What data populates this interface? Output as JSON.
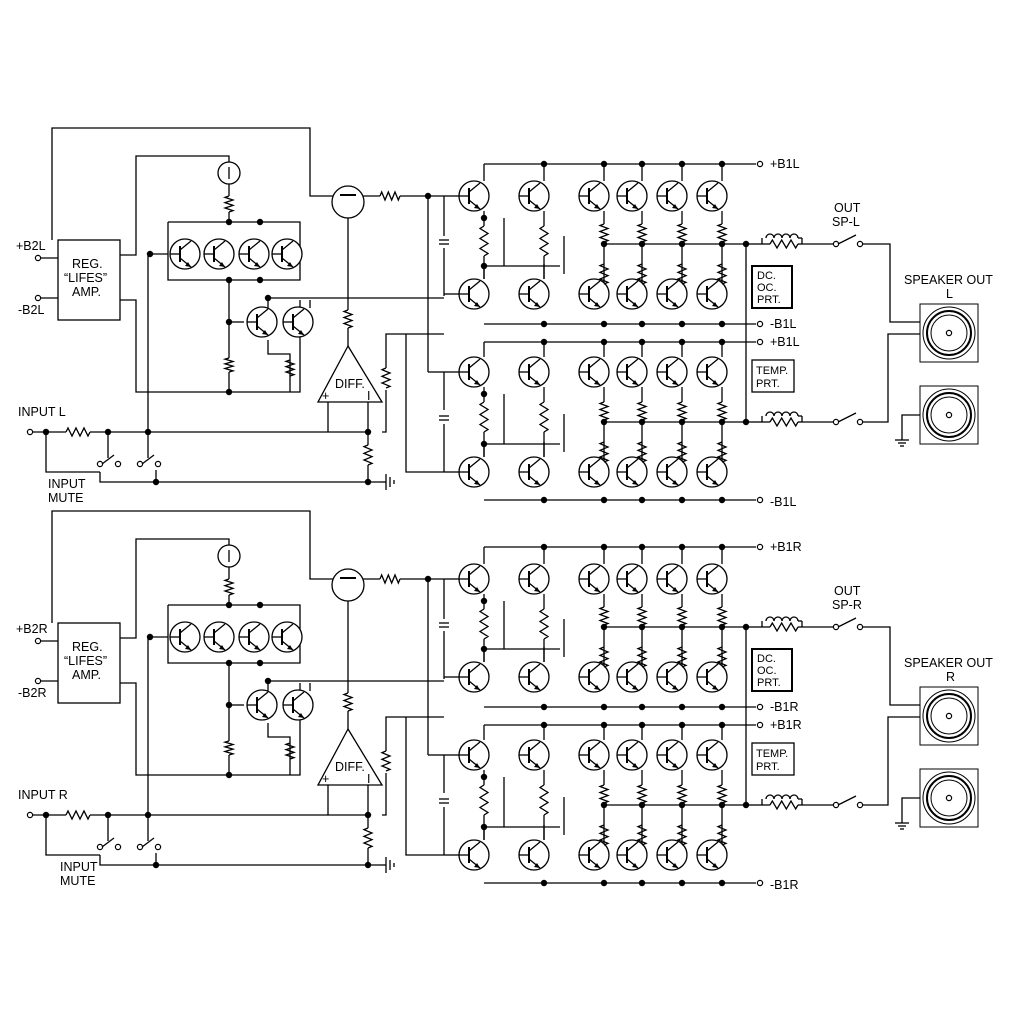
{
  "channels": [
    {
      "supply_plus": "+B2L",
      "supply_minus": "-B2L",
      "reg_block": [
        "REG.",
        "“LIFES”",
        "AMP."
      ],
      "input_label": "INPUT L",
      "mute_label": [
        "INPUT",
        "MUTE"
      ],
      "diff_label": "DIFF.",
      "diff_plus": "+",
      "diff_minus": "I",
      "rail_out_top": "+B1L",
      "rail_out_mid_minus": "-B1L",
      "rail_out_mid_plus": "+B1L",
      "rail_out_bottom": "-B1L",
      "dc_oc_prt": [
        "DC.",
        "OC.",
        "PRT."
      ],
      "temp_prt": [
        "TEMP.",
        "PRT."
      ],
      "out_label": [
        "OUT",
        "SP-L"
      ],
      "speaker_out": [
        "SPEAKER OUT",
        "L"
      ]
    },
    {
      "supply_plus": "+B2R",
      "supply_minus": "-B2R",
      "reg_block": [
        "REG.",
        "“LIFES”",
        "AMP."
      ],
      "input_label": "INPUT R",
      "mute_label": [
        "INPUT",
        "MUTE"
      ],
      "diff_label": "DIFF.",
      "diff_plus": "+",
      "diff_minus": "I",
      "rail_out_top": "+B1R",
      "rail_out_mid_minus": "-B1R",
      "rail_out_mid_plus": "+B1R",
      "rail_out_bottom": "-B1R",
      "dc_oc_prt": [
        "DC.",
        "OC.",
        "PRT."
      ],
      "temp_prt": [
        "TEMP.",
        "PRT."
      ],
      "out_label": [
        "OUT",
        "SP-R"
      ],
      "speaker_out": [
        "SPEAKER OUT",
        "R"
      ]
    }
  ]
}
